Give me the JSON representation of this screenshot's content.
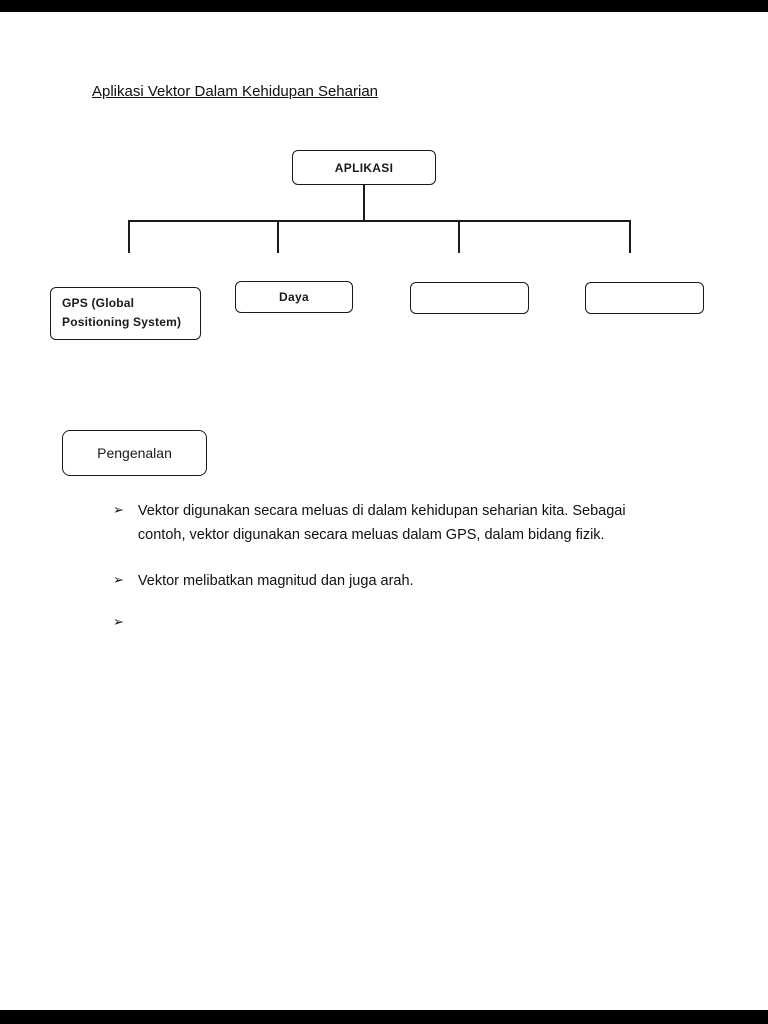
{
  "page": {
    "title": "Aplikasi Vektor Dalam Kehidupan Seharian"
  },
  "diagram": {
    "root_label": "APLIKASI",
    "children": [
      {
        "label": "GPS (Global Positioning System)"
      },
      {
        "label": "Daya"
      },
      {
        "label": ""
      },
      {
        "label": ""
      }
    ]
  },
  "section": {
    "heading": "Pengenalan",
    "bullet_glyph": "➢",
    "bullets": [
      "Vektor digunakan secara meluas di dalam kehidupan seharian kita. Sebagai contoh, vektor digunakan secara meluas dalam GPS, dalam bidang fizik.",
      "Vektor melibatkan magnitud dan juga arah.",
      ""
    ]
  }
}
